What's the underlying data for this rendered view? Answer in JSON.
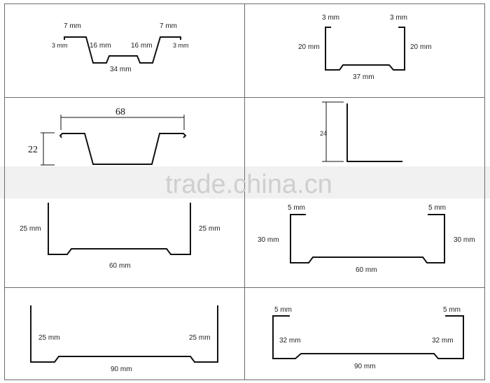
{
  "watermark": "trade.china.cn",
  "panels": [
    {
      "id": "omega-profile",
      "labels": {
        "top_left": "7 mm",
        "top_right": "7 mm",
        "lip_left": "3 mm",
        "lip_right": "3 mm",
        "web_left": "16 mm",
        "web_right": "16 mm",
        "bottom": "34 mm"
      }
    },
    {
      "id": "channel-37",
      "labels": {
        "flange_left": "3 mm",
        "flange_right": "3 mm",
        "side_left": "20 mm",
        "side_right": "20 mm",
        "bottom": "37 mm"
      }
    },
    {
      "id": "furring-68",
      "labels": {
        "width": "68",
        "height": "22"
      }
    },
    {
      "id": "angle-24",
      "labels": {
        "height": "24"
      }
    },
    {
      "id": "track-60",
      "labels": {
        "side_left": "25 mm",
        "side_right": "25 mm",
        "bottom": "60 mm"
      }
    },
    {
      "id": "stud-60",
      "labels": {
        "flange_left": "5 mm",
        "flange_right": "5 mm",
        "side_left": "30 mm",
        "side_right": "30 mm",
        "bottom": "60 mm"
      }
    },
    {
      "id": "track-90",
      "labels": {
        "side_left": "25 mm",
        "side_right": "25 mm",
        "bottom": "90 mm"
      }
    },
    {
      "id": "stud-90",
      "labels": {
        "flange_left": "5 mm",
        "flange_right": "5 mm",
        "side_left": "32 mm",
        "side_right": "32 mm",
        "bottom": "90 mm"
      }
    }
  ]
}
